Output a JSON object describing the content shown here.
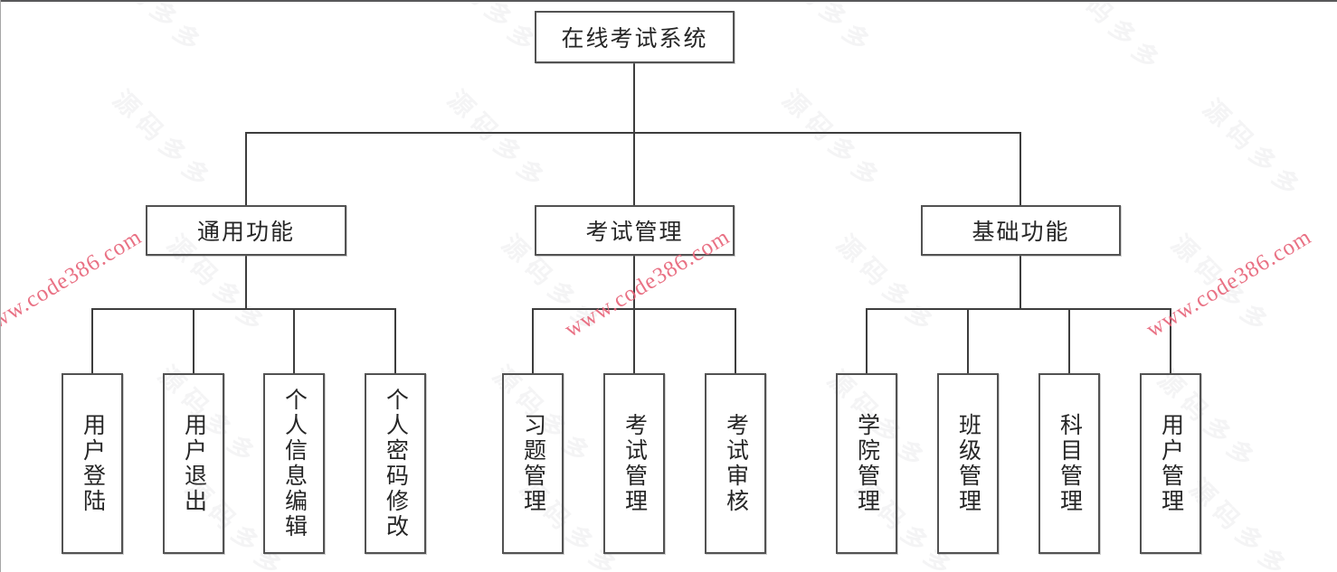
{
  "tree": {
    "root_label": "在线考试系统",
    "groups": [
      {
        "label": "通用功能",
        "children": [
          "用户登陆",
          "用户退出",
          "个人信息编辑",
          "个人密码修改"
        ]
      },
      {
        "label": "考试管理",
        "children": [
          "习题管理",
          "考试管理",
          "考试审核"
        ]
      },
      {
        "label": "基础功能",
        "children": [
          "学院管理",
          "班级管理",
          "科目管理",
          "用户管理"
        ]
      }
    ]
  },
  "watermarks": {
    "red_text": "www.code386.com",
    "red_color": "#e8657a",
    "gray_text": "源码多多"
  },
  "colors": {
    "background": "#ffffff",
    "connector_line": "#3d3d3d",
    "box_border": "#525252",
    "text": "#262626"
  }
}
